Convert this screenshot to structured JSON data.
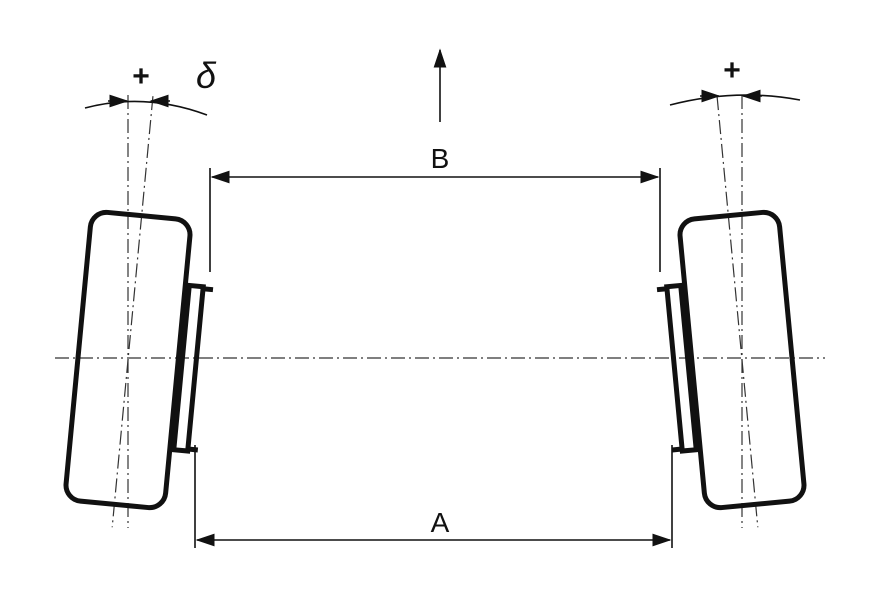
{
  "labels": {
    "left_sign": "+",
    "right_sign": "+",
    "angle": "δ",
    "top_dimension": "B",
    "bottom_dimension": "A"
  },
  "colors": {
    "ink": "#111111",
    "background": "#ffffff"
  }
}
